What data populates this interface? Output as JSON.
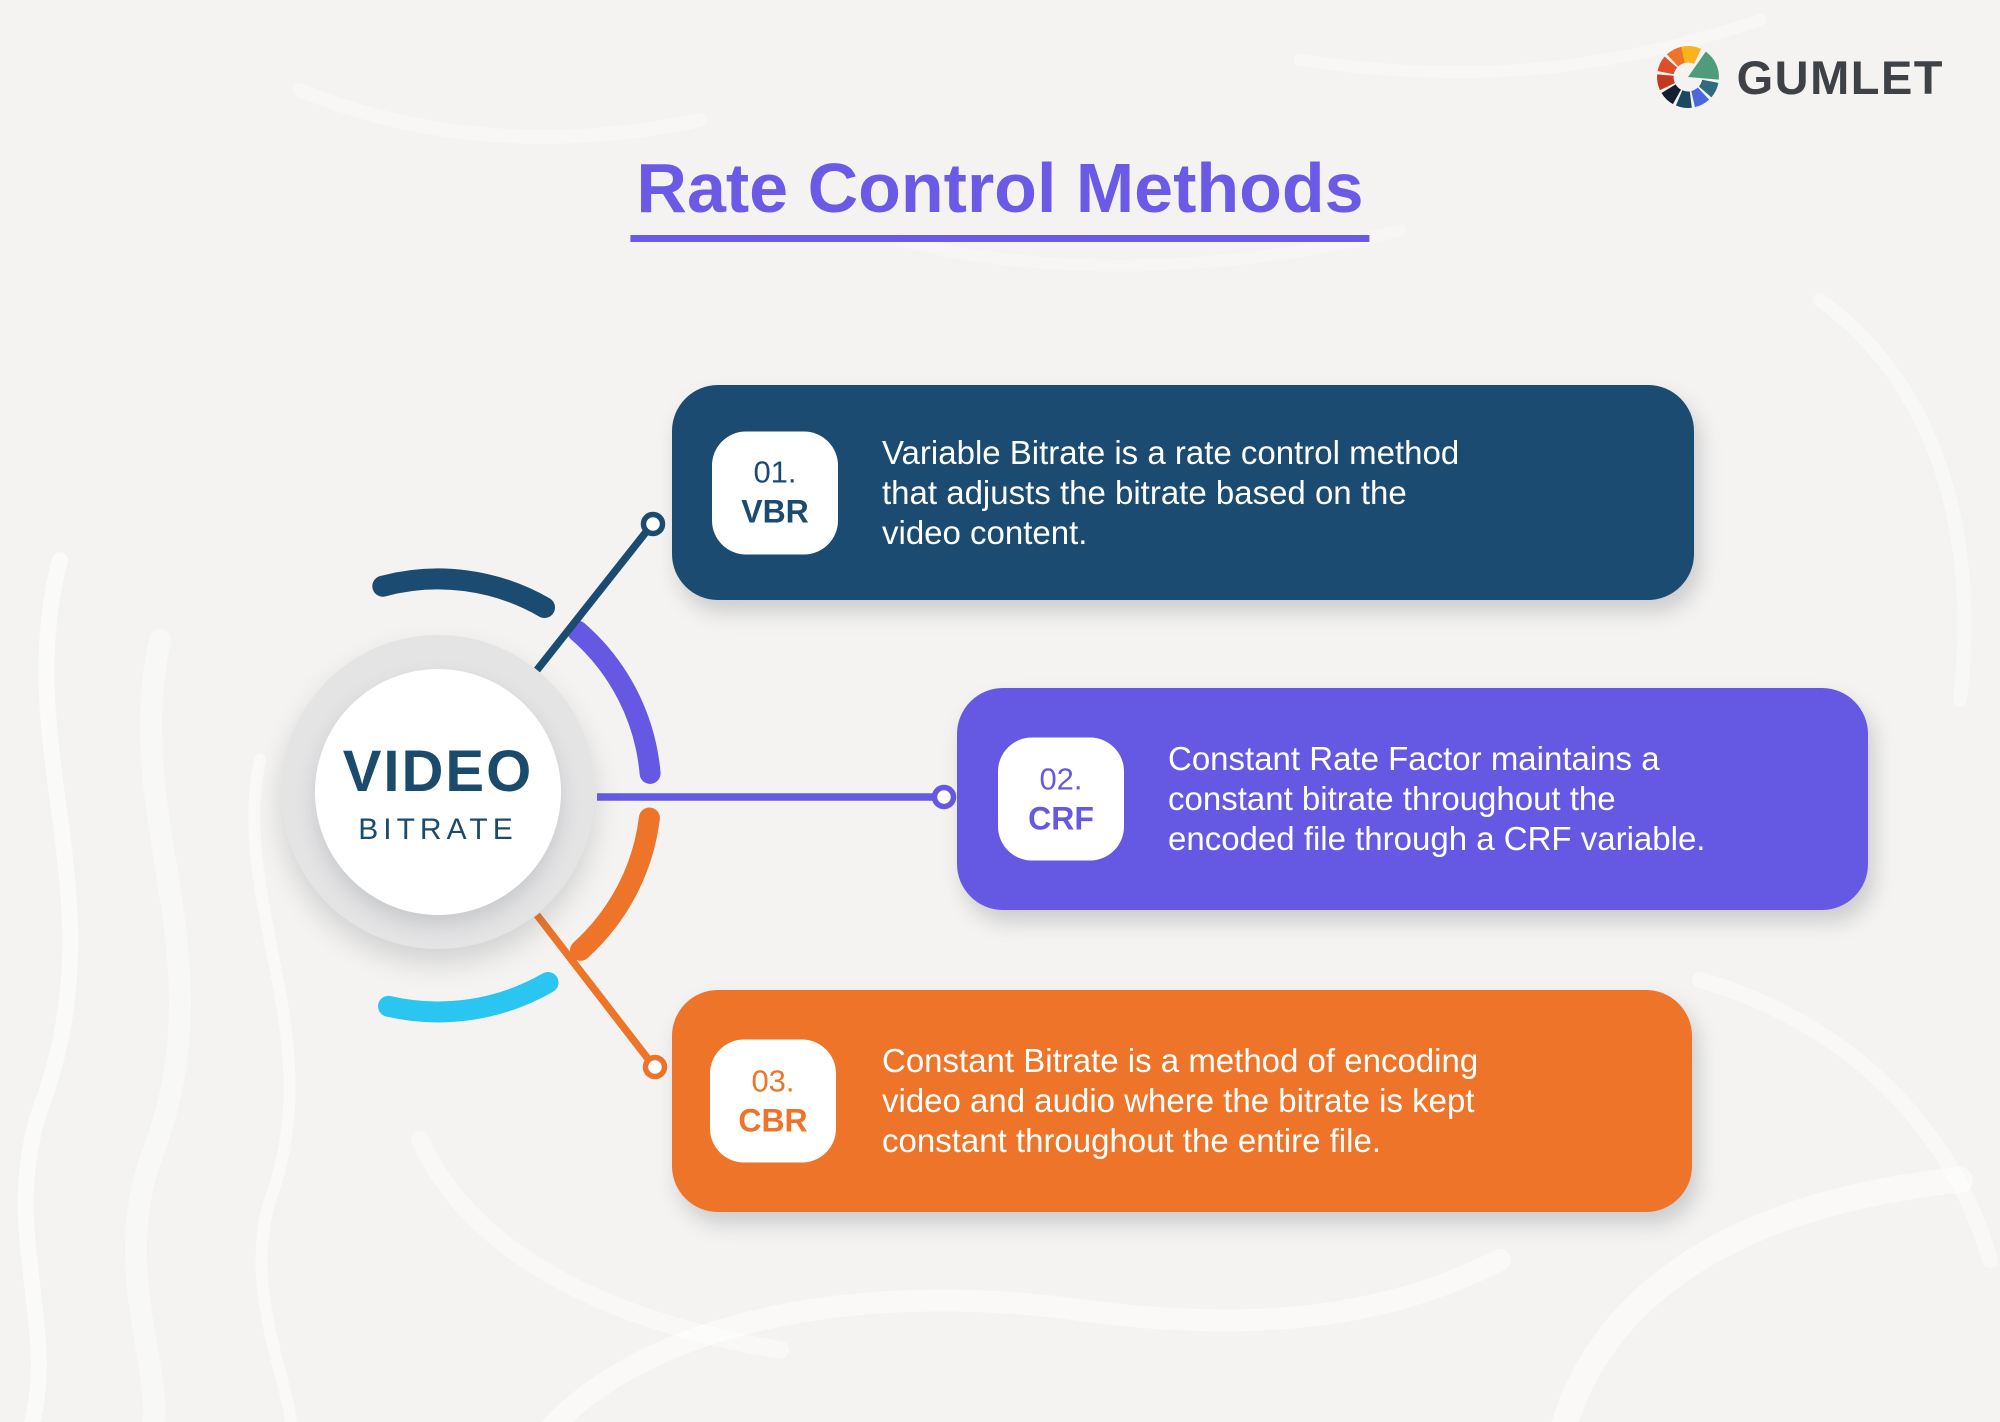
{
  "logo": {
    "brand": "GUMLET",
    "wordmark_color": "#3E4247",
    "icon_palette": [
      "#F9B31D",
      "#4F9C7C",
      "#2E6B7D",
      "#4C67DC",
      "#1C4960",
      "#131F2E",
      "#C33A20",
      "#DF4E28",
      "#EF7329"
    ]
  },
  "title": {
    "text": "Rate Control Methods",
    "color": "#6A5AE6"
  },
  "hub": {
    "line1": "VIDEO",
    "line2": "BITRATE",
    "text_color": "#1A4A6C",
    "ring_color": "#E4E4E5"
  },
  "cards": [
    {
      "number": "01.",
      "code": "VBR",
      "color": "#1B4B70",
      "description": "Variable Bitrate is a rate control method\nthat adjusts the bitrate based on the\nvideo content."
    },
    {
      "number": "02.",
      "code": "CRF",
      "color": "#6559E4",
      "description": "Constant Rate Factor maintains a\nconstant bitrate throughout the\nencoded file through a CRF variable."
    },
    {
      "number": "03.",
      "code": "CBR",
      "color": "#ED7428",
      "description": "Constant Bitrate is a method of encoding\nvideo and audio where the bitrate is kept\nconstant throughout the entire file."
    }
  ],
  "connectors": {
    "vbr_color": "#1B4B70",
    "crf_color": "#6559E4",
    "cbr_color": "#ED7428",
    "accent_arc_color": "#2BC5F1"
  },
  "background": "#F4F3F1"
}
